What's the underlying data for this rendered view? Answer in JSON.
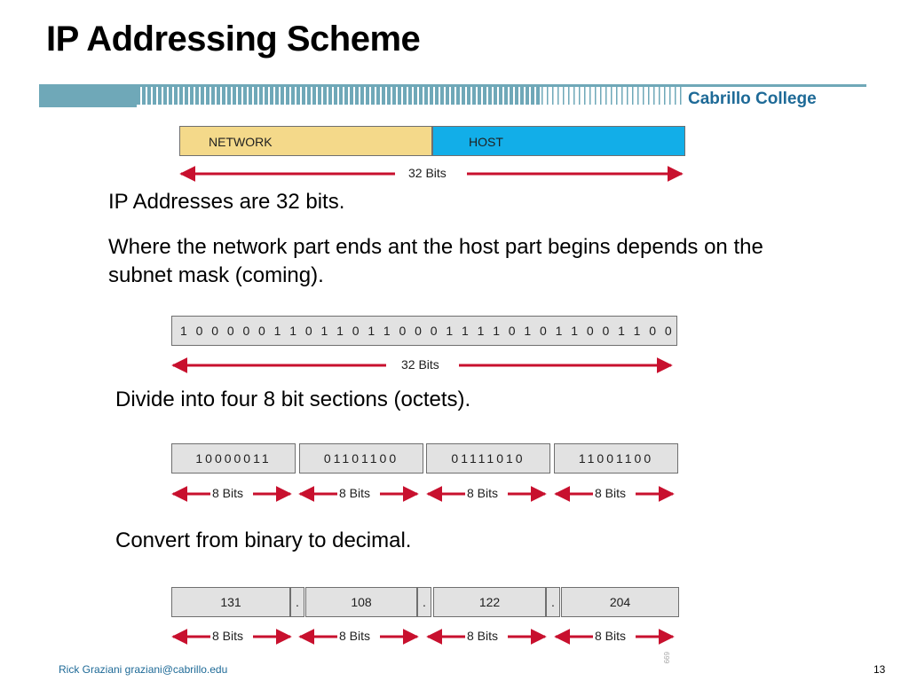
{
  "slide": {
    "title": "IP Addressing Scheme",
    "college": "Cabrillo College",
    "footer": "Rick Graziani  graziani@cabrillo.edu",
    "page_number": "13",
    "figure_credit": "699"
  },
  "figure1": {
    "network_label": "NETWORK",
    "host_label": "HOST",
    "width_label": "32 Bits"
  },
  "text": {
    "p1": "IP Addresses are 32 bits.",
    "p2": "Where the network part ends ant the host part begins depends on the subnet mask (coming).",
    "p3": "Divide into four 8 bit sections (octets).",
    "p4": "Convert from binary to decimal."
  },
  "binary": {
    "bits": [
      "1",
      "0",
      "0",
      "0",
      "0",
      "0",
      "1",
      "1",
      "0",
      "1",
      "1",
      "0",
      "1",
      "1",
      "0",
      "0",
      "0",
      "1",
      "1",
      "1",
      "1",
      "0",
      "1",
      "0",
      "1",
      "1",
      "0",
      "0",
      "1",
      "1",
      "0",
      "0"
    ],
    "width_label": "32 Bits"
  },
  "octets": {
    "values": [
      "10000011",
      "01101100",
      "01111010",
      "11001100"
    ],
    "label": "8 Bits"
  },
  "decimal": {
    "values": [
      "131",
      "108",
      "122",
      "204"
    ],
    "separator": ".",
    "label": "8 Bits"
  },
  "colors": {
    "accent": "#1e6a97",
    "arrow": "#c8102e",
    "network": "#f4d98a",
    "host": "#12aee8",
    "box": "#e2e2e2"
  }
}
